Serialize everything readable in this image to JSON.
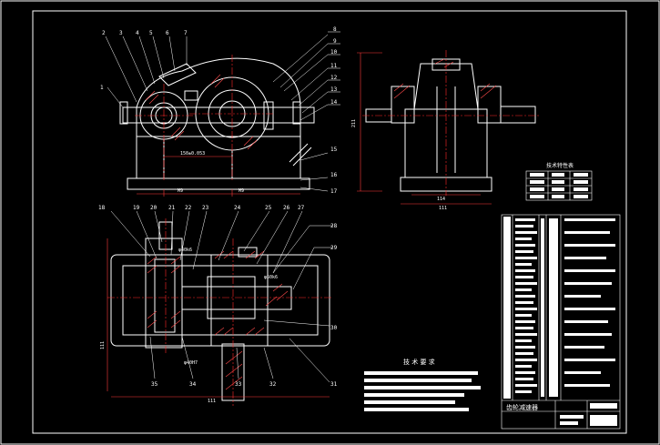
{
  "drawing": {
    "colors": {
      "background": "#000000",
      "outline": "#ffffff",
      "center_line": "#ff2a2a",
      "dimension": "#ff3b3b",
      "hatch": "#ff5a5a"
    },
    "front_view": {
      "callouts": [
        "1",
        "2",
        "3",
        "4",
        "5",
        "6",
        "7",
        "8",
        "9",
        "10",
        "11",
        "12",
        "13",
        "14",
        "15",
        "16",
        "17"
      ],
      "dimensions": [
        "150±0.053",
        "M9",
        "M9"
      ]
    },
    "side_view": {
      "dimensions": [
        "114",
        "111"
      ],
      "vertical_dim": "211"
    },
    "top_view": {
      "callouts_top": [
        "18",
        "19",
        "20",
        "21",
        "22",
        "23",
        "24",
        "25",
        "26",
        "27"
      ],
      "callouts_right": [
        "28",
        "29",
        "30",
        "31"
      ],
      "callouts_bottom": [
        "35",
        "34",
        "33",
        "32"
      ],
      "dimensions": [
        "111",
        "111",
        "φ40k6",
        "φ50k6",
        "φ40H7"
      ]
    },
    "spec_table": {
      "title": "技术特性表"
    },
    "tech_requirements": {
      "title": "技 术 要 求"
    },
    "parts_list": {
      "title": "齿轮减速器"
    }
  }
}
